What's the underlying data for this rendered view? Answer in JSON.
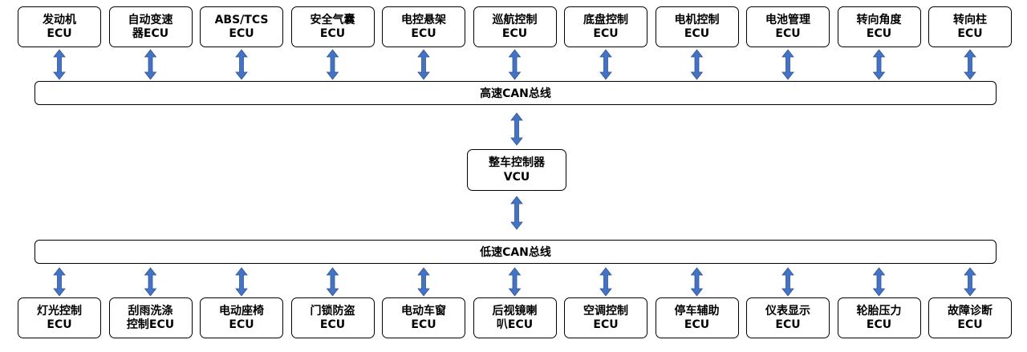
{
  "top_ecus": [
    {
      "line1": "发动机",
      "line2": "ECU"
    },
    {
      "line1": "自动变速",
      "line2": "器ECU"
    },
    {
      "line1": "ABS/TCS",
      "line2": "ECU"
    },
    {
      "line1": "安全气囊",
      "line2": "ECU"
    },
    {
      "line1": "电控悬架",
      "line2": "ECU"
    },
    {
      "line1": "巡航控制",
      "line2": "ECU"
    },
    {
      "line1": "底盘控制",
      "line2": "ECU"
    },
    {
      "line1": "电机控制",
      "line2": "ECU"
    },
    {
      "line1": "电池管理",
      "line2": "ECU"
    },
    {
      "line1": "转向角度",
      "line2": "ECU"
    },
    {
      "line1": "转向柱",
      "line2": "ECU"
    }
  ],
  "high_bus": {
    "label": "高速CAN总线"
  },
  "vcu": {
    "line1": "整车控制器",
    "line2": "VCU"
  },
  "low_bus": {
    "label": "低速CAN总线"
  },
  "bottom_ecus": [
    {
      "line1": "灯光控制",
      "line2": "ECU"
    },
    {
      "line1": "刮雨洗涤",
      "line2": "控制ECU"
    },
    {
      "line1": "电动座椅",
      "line2": "ECU"
    },
    {
      "line1": "门锁防盗",
      "line2": "ECU"
    },
    {
      "line1": "电动车窗",
      "line2": "ECU"
    },
    {
      "line1": "后视镜喇",
      "line2": "叭ECU"
    },
    {
      "line1": "空调控制",
      "line2": "ECU"
    },
    {
      "line1": "停车辅助",
      "line2": "ECU"
    },
    {
      "line1": "仪表显示",
      "line2": "ECU"
    },
    {
      "line1": "轮胎压力",
      "line2": "ECU"
    },
    {
      "line1": "故障诊断",
      "line2": "ECU"
    }
  ],
  "arrow_color": "#4472C4"
}
